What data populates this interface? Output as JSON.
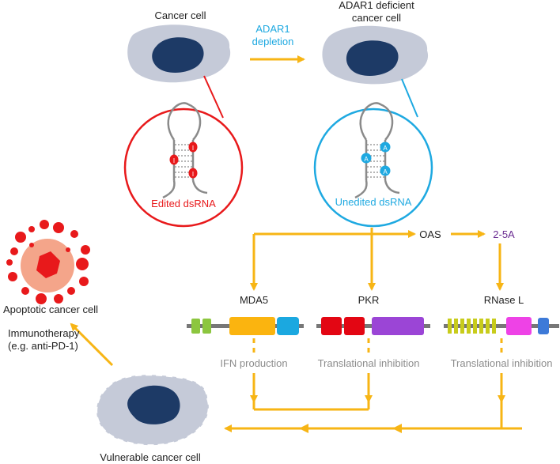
{
  "labels": {
    "cancer_cell": "Cancer cell",
    "adar1_depletion_line1": "ADAR1",
    "adar1_depletion_line2": "depletion",
    "adar1_deficient_line1": "ADAR1 deficient",
    "adar1_deficient_line2": "cancer cell",
    "edited_dsrna": "Edited dsRNA",
    "unedited_dsrna": "Unedited dsRNA",
    "oas": "OAS",
    "two_5a": "2-5A",
    "mda5": "MDA5",
    "pkr": "PKR",
    "rnase_l": "RNase L",
    "ifn_production": "IFN production",
    "translational_inhibition_pkr": "Translational inhibition",
    "translational_inhibition_rnasel": "Translational inhibition",
    "apoptotic_cancer_cell": "Apoptotic cancer cell",
    "immunotherapy_line1": "Immunotherapy",
    "immunotherapy_line2": "(e.g. anti-PD-1)",
    "vulnerable_cancer_cell": "Vulnerable cancer cell",
    "inosine_marker": "I",
    "adenosine_marker": "A"
  },
  "colors": {
    "arrow": "#f7b515",
    "edited": "#e8191b",
    "unedited": "#1ea9e1",
    "purple_text": "#6a2c91",
    "gray_text": "#8c8c8c",
    "cell_body": "#c5cad8",
    "nucleus": "#1d3a66",
    "domain_green": "#8cc63f",
    "domain_orange": "#fbb40f",
    "domain_blue": "#1ba8e0",
    "domain_red": "#e30613",
    "domain_purple": "#9b45d6",
    "domain_yellow": "#c8cc1b",
    "domain_magenta": "#ee42e6",
    "domain_blue2": "#3d7ad8",
    "apoptotic_halo": "#f4a58a",
    "apoptotic_core": "#e8191b"
  }
}
